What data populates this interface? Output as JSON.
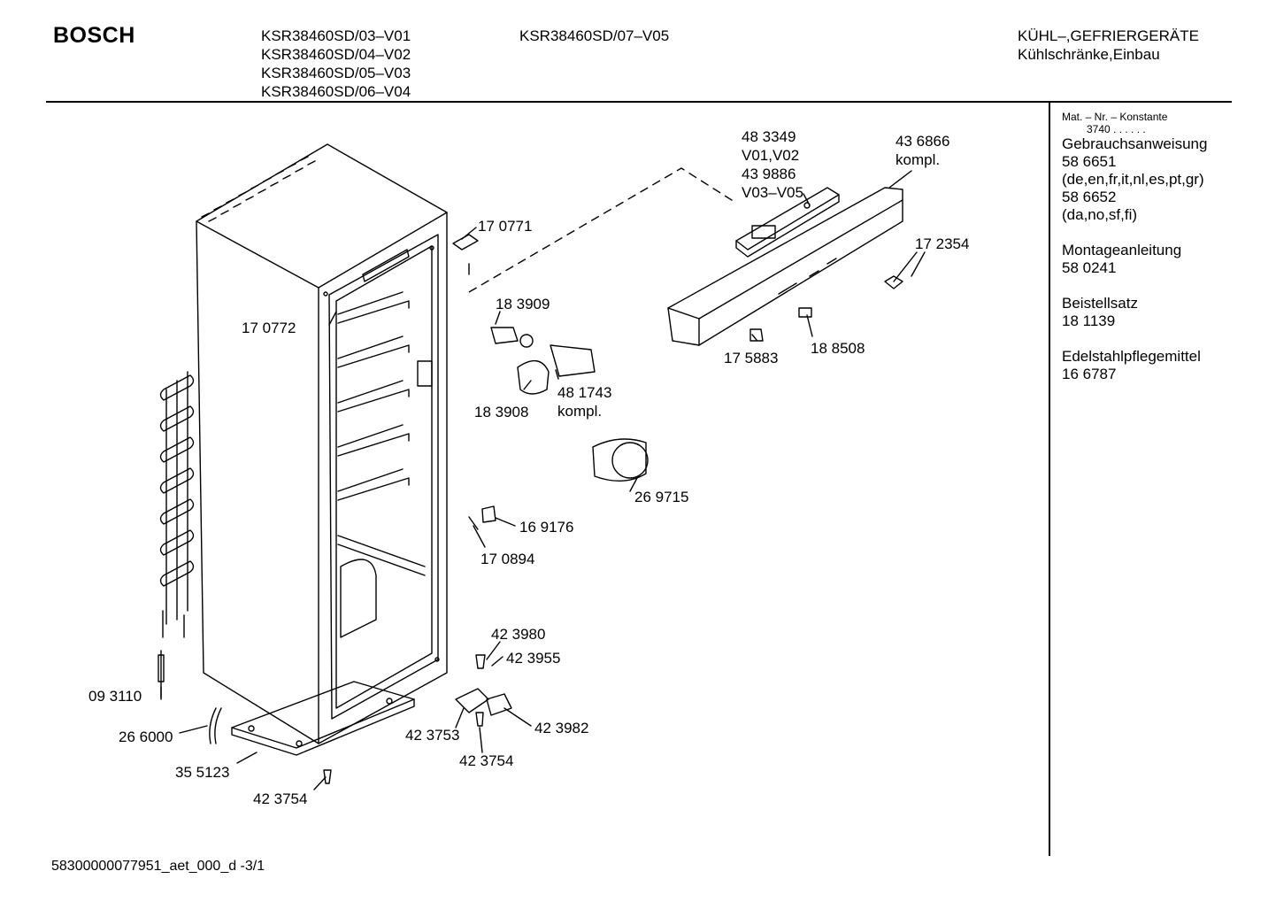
{
  "header": {
    "brand": "BOSCH",
    "models_left": [
      "KSR38460SD/03–V01",
      "KSR38460SD/04–V02",
      "KSR38460SD/05–V03",
      "KSR38460SD/06–V04"
    ],
    "models_right": [
      "KSR38460SD/07–V05"
    ],
    "category_line1": "KÜHL–,GEFRIERGERÄTE",
    "category_line2": "Kühlschränke,Einbau"
  },
  "sidebar": {
    "mat_label": "Mat. – Nr. – Konstante",
    "mat_value": "3740 . . . . . .",
    "manual_title": "Gebrauchsanweisung",
    "manual_num_1": "58 6651",
    "manual_langs_1": "(de,en,fr,it,nl,es,pt,gr)",
    "manual_num_2": "58 6652",
    "manual_langs_2": "(da,no,sf,fi)",
    "install_title": "Montageanleitung",
    "install_num": "58 0241",
    "set_title": "Beistellsatz",
    "set_num": "18 1139",
    "care_title": "Edelstahlpflegemittel",
    "care_num": "16 6787"
  },
  "parts": {
    "p483349": "48 3349",
    "p483349_var": "V01,V02",
    "p439886": "43 9886",
    "p439886_var": "V03–V05",
    "p436866": "43 6866",
    "p436866_note": "kompl.",
    "p170771": "17 0771",
    "p172354": "17 2354",
    "p170772": "17 0772",
    "p183909": "18 3909",
    "p175883": "17 5883",
    "p188508": "18 8508",
    "p481743": "48 1743",
    "p481743_note": "kompl.",
    "p183908": "18 3908",
    "p269715": "26 9715",
    "p169176": "16 9176",
    "p170894": "17 0894",
    "p423980": "42 3980",
    "p423955": "42 3955",
    "p093110": "09 3110",
    "p423982": "42 3982",
    "p423753": "42 3753",
    "p266000": "26 6000",
    "p423754a": "42 3754",
    "p355123": "35 5123",
    "p423754b": "42 3754"
  },
  "footer": {
    "doc_id": "58300000077951_aet_000_d -3/1"
  }
}
